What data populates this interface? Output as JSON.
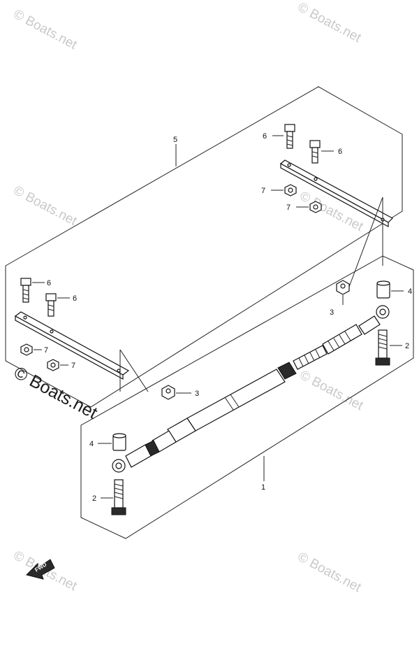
{
  "watermarks": [
    {
      "text": "© Boats.net"
    },
    {
      "text": "© Boats.net"
    },
    {
      "text": "© Boats.net"
    },
    {
      "text": "© Boats.net"
    },
    {
      "text": "© Boats.net"
    },
    {
      "text": "© Boats.net"
    },
    {
      "text": "© Boats.net"
    },
    {
      "text": "© Boats.net"
    }
  ],
  "callouts": {
    "c1": "1",
    "c2a": "2",
    "c2b": "2",
    "c3a": "3",
    "c3b": "3",
    "c4a": "4",
    "c4b": "4",
    "c5": "5",
    "c6a": "6",
    "c6b": "6",
    "c6c": "6",
    "c6d": "6",
    "c7a": "7",
    "c7b": "7",
    "c7c": "7",
    "c7d": "7"
  },
  "fwd_label": "FWD"
}
